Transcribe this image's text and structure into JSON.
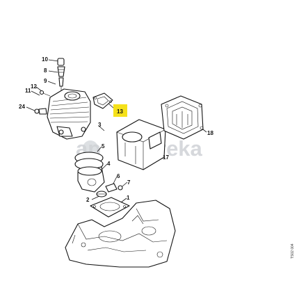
{
  "diagram": {
    "callouts": [
      {
        "id": "c10",
        "label": "10"
      },
      {
        "id": "c8",
        "label": "8"
      },
      {
        "id": "c9",
        "label": "9"
      },
      {
        "id": "c12",
        "label": "12"
      },
      {
        "id": "c11",
        "label": "11"
      },
      {
        "id": "c24",
        "label": "24"
      },
      {
        "id": "c13",
        "label": "13"
      },
      {
        "id": "c3",
        "label": "3"
      },
      {
        "id": "c18",
        "label": "18"
      },
      {
        "id": "c5",
        "label": "5"
      },
      {
        "id": "c17",
        "label": "17"
      },
      {
        "id": "c4",
        "label": "4"
      },
      {
        "id": "c6",
        "label": "6"
      },
      {
        "id": "c7",
        "label": "7"
      },
      {
        "id": "c2",
        "label": "2"
      },
      {
        "id": "c1",
        "label": "1"
      }
    ],
    "highlight_label": "13",
    "highlight_color": "#f5e11a",
    "watermark": {
      "prefix": "ap",
      "suffix": "reka"
    },
    "figure_code": "TS02 004"
  }
}
